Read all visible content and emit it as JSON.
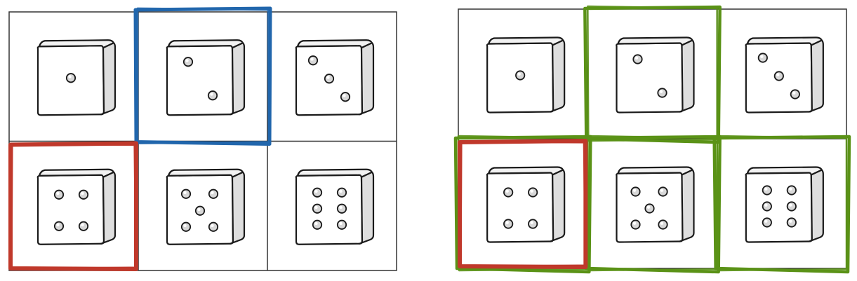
{
  "colors": {
    "grid_line": "#333333",
    "die_face": "#ffffff",
    "die_side": "#dedede",
    "die_top": "#f2f2f2",
    "die_outline": "#1a1a1a",
    "pip_fill": "#d8d8d8",
    "blue_box": "#2166ac",
    "red_box": "#c0392b",
    "green_box": "#5a9216"
  },
  "panels": [
    {
      "id": "left",
      "dice": [
        1,
        2,
        3,
        4,
        5,
        6
      ],
      "highlights": [
        {
          "cell": 1,
          "color": "blue_box",
          "icon": "blue-selection-box"
        },
        {
          "cell": 3,
          "color": "red_box",
          "icon": "red-selection-box"
        }
      ]
    },
    {
      "id": "right",
      "dice": [
        1,
        2,
        3,
        4,
        5,
        6
      ],
      "highlights": [
        {
          "cell": 1,
          "color": "green_box",
          "icon": "green-selection-box"
        },
        {
          "cell": 3,
          "color": "green_box",
          "icon": "green-selection-box"
        },
        {
          "cell": 4,
          "color": "green_box",
          "icon": "green-selection-box"
        },
        {
          "cell": 5,
          "color": "green_box",
          "icon": "green-selection-box"
        },
        {
          "cell": 3,
          "color": "red_box",
          "icon": "red-selection-box"
        }
      ]
    }
  ]
}
